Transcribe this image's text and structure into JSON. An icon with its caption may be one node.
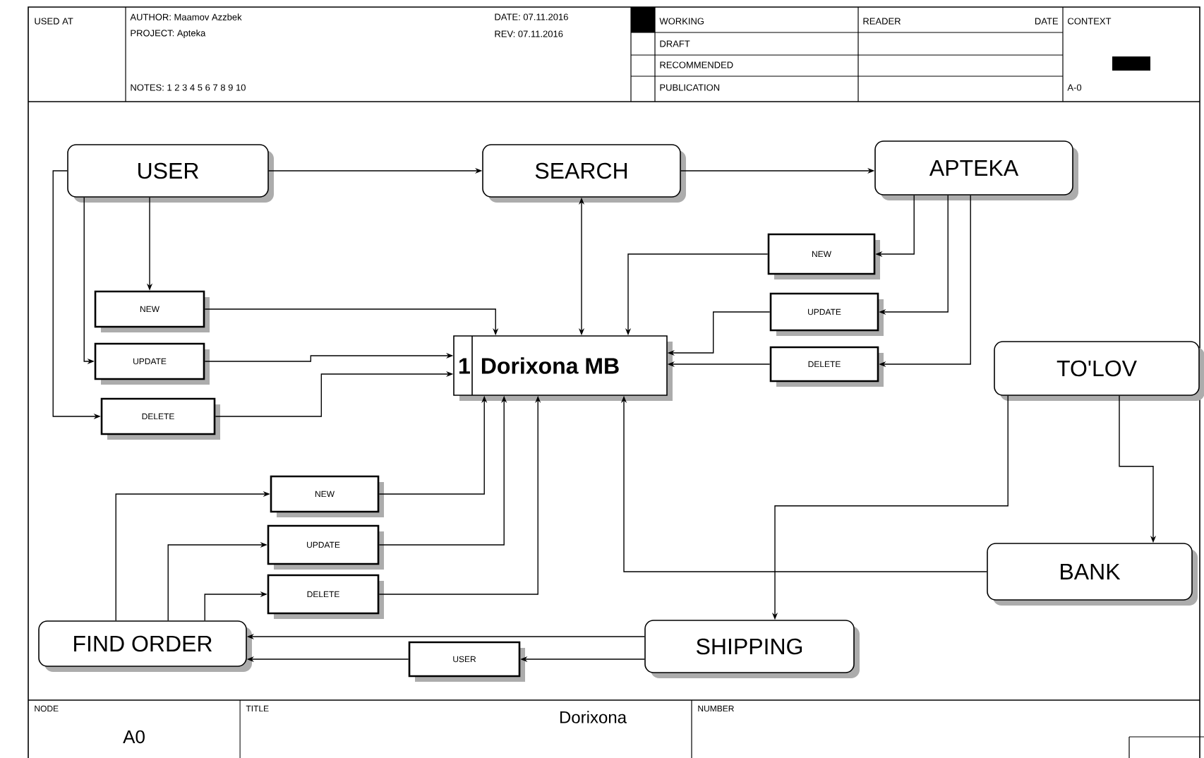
{
  "diagram": {
    "nodes": [
      {
        "text": [
          "USER"
        ]
      },
      {
        "text": [
          "SEARCH"
        ]
      },
      {
        "text": [
          "APTEKA"
        ]
      },
      {
        "text": [
          "NEW"
        ]
      },
      {
        "text": [
          "UPDATE"
        ]
      },
      {
        "text": [
          "DELETE"
        ]
      },
      {
        "text": [
          "NEW"
        ]
      },
      {
        "text": [
          "UPDATE"
        ]
      },
      {
        "text": [
          "DELETE"
        ]
      },
      {
        "text": [
          "1",
          "Dorixona MB"
        ]
      },
      {
        "text": [
          "TO'LOV"
        ]
      },
      {
        "text": [
          "BANK"
        ]
      },
      {
        "text": [
          "NEW"
        ]
      },
      {
        "text": [
          "UPDATE"
        ]
      },
      {
        "text": [
          "DELETE"
        ]
      },
      {
        "text": [
          "FIND ORDER"
        ]
      },
      {
        "text": [
          "USER"
        ]
      },
      {
        "text": [
          "SHIPPING"
        ]
      }
    ],
    "edges": [
      {
        "from": 0,
        "to": 1,
        "arrow": "to"
      },
      {
        "from": 1,
        "to": 2,
        "arrow": "to"
      },
      {
        "from": 0,
        "to": 3,
        "arrow": "to"
      },
      {
        "from": 0,
        "to": 4,
        "arrow": "to"
      },
      {
        "from": 0,
        "to": 5,
        "arrow": "to"
      },
      {
        "from": 3,
        "to": 9,
        "arrow": "to"
      },
      {
        "from": 4,
        "to": 9,
        "arrow": "to"
      },
      {
        "from": 5,
        "to": 9,
        "arrow": "to"
      },
      {
        "from": 1,
        "to": 9,
        "arrow": "both"
      },
      {
        "from": 2,
        "to": 6,
        "arrow": "to"
      },
      {
        "from": 2,
        "to": 7,
        "arrow": "to"
      },
      {
        "from": 2,
        "to": 8,
        "arrow": "to"
      },
      {
        "from": 6,
        "to": 9,
        "arrow": "to"
      },
      {
        "from": 7,
        "to": 9,
        "arrow": "to"
      },
      {
        "from": 8,
        "to": 9,
        "arrow": "to"
      },
      {
        "from": 10,
        "to": 11,
        "arrow": "to"
      },
      {
        "from": 10,
        "to": 17,
        "arrow": "to"
      },
      {
        "from": 11,
        "to": 9,
        "arrow": "to"
      },
      {
        "from": 15,
        "to": 12,
        "arrow": "to"
      },
      {
        "from": 15,
        "to": 13,
        "arrow": "to"
      },
      {
        "from": 15,
        "to": 14,
        "arrow": "to"
      },
      {
        "from": 12,
        "to": 9,
        "arrow": "to"
      },
      {
        "from": 13,
        "to": 9,
        "arrow": "to"
      },
      {
        "from": 14,
        "to": 9,
        "arrow": "to"
      },
      {
        "from": 17,
        "to": 16,
        "arrow": "to"
      },
      {
        "from": 16,
        "to": 15,
        "arrow": "to"
      },
      {
        "from": 17,
        "to": 15,
        "arrow": "to"
      }
    ],
    "labels": [
      "USED AT",
      "AUTHOR: Maamov Azzbek",
      "DATE: 07.11.2016",
      "WORKING",
      "READER",
      "DATE",
      "CONTEXT",
      "PROJECT: Apteka",
      "REV: 07.11.2016",
      "DRAFT",
      "RECOMMENDED",
      "NOTES: 1 2 3 4 5 6 7 8 9 10",
      "PUBLICATION",
      "A-0",
      "NODE",
      "TITLE",
      "Dorixona",
      "NUMBER",
      "A0"
    ]
  }
}
